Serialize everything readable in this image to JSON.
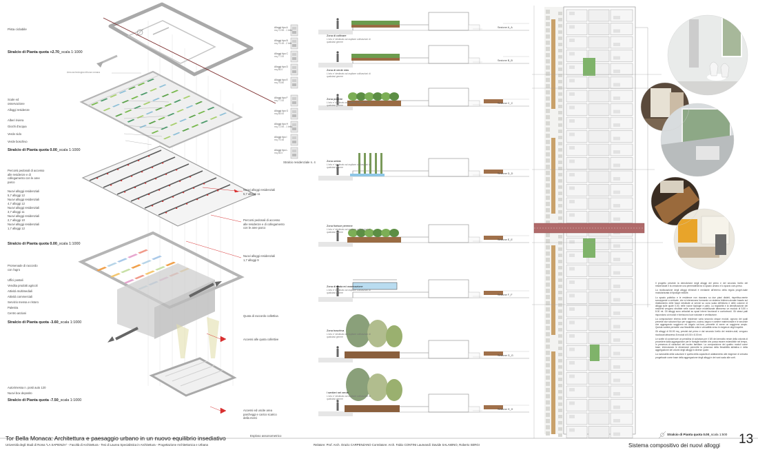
{
  "axonometric": {
    "level_plus270": {
      "label": "Stralcio di Pianta quota +2.70",
      "scale": "_scala 1:1000",
      "notes": [
        "Pista ciclabile",
        "Area archeologica tribuna romana"
      ]
    },
    "level_000_green": {
      "label": "Stralcio di Pianta quota 0.00",
      "scale": "_scala 1:1000",
      "legend": [
        "Scale ed osservazione",
        "Alloggi residenze",
        "Alberi riviera",
        "Giochi d'acqua",
        "Verde nido",
        "Verde boschivo"
      ]
    },
    "level_000_housing": {
      "label": "Stralcio di Pianta quota 0.00",
      "scale": "_scala 1:1000",
      "legend": [
        "Percorsi pedonali di accesso alle residenze e di collegamento con le aree parco",
        "Nuovi alloggi residenziali 5,7 alloggi 12",
        "Nuovi alloggi residenziali 4,7 alloggi 12",
        "Nuovi alloggi residenziali 3,7 alloggi 11",
        "Nuovi alloggi residenziali 2,7 alloggi 10",
        "Nuovi alloggi residenziali 1,7 alloggi 12"
      ],
      "notes": [
        "Nuovi alloggi residenziali 5,7 alloggi 11",
        "Percorsi pedonali di accesso alle residenze e di collegamento con le aree parco",
        "Nuovi alloggi residenziali 1,7 alloggi 9"
      ]
    },
    "level_minus360": {
      "label": "Stralcio di Pianta quota -3.60",
      "scale": "_scala 1:1000",
      "legend": [
        "Promenade di raccordo con l'agro",
        "Uffici postali",
        "Vendita prodotti agricoli",
        "Attività multimediali",
        "Attività commerciali",
        "Servizio mensa e ristoro",
        "Palestra",
        "Centro anziani"
      ],
      "notes": [
        "Quota di raccordo collettiva",
        "Accessi alle quota collettive"
      ]
    },
    "level_minus750": {
      "label": "Stralcio di Pianta quota -7.50",
      "scale": "_scala 1:1000",
      "legend": [
        "Autorimessa n. posti auto 120",
        "Nuovi box deposito"
      ],
      "notes": [
        "Accessi ed uscite area parcheggi e carico scarico della merci"
      ]
    },
    "caption": "Esploso assonometrico"
  },
  "typologies": {
    "items": [
      {
        "name": "Alloggi tipo A",
        "area": "mq 72.55 - 1 letto"
      },
      {
        "name": "Alloggi tipo B",
        "area": "mq 79.45 - 2 letti"
      },
      {
        "name": "Alloggi tipo C",
        "area": "mq 77.00"
      },
      {
        "name": "Alloggi tipo D",
        "area": "mq 85.0"
      },
      {
        "name": "Alloggi tipo E",
        "area": "mq 75.80"
      },
      {
        "name": "Alloggi tipo F",
        "area": "mq 77.00"
      },
      {
        "name": "Alloggi tipo G",
        "area": "mq 85.00"
      },
      {
        "name": "Alloggi tipo H",
        "area": "mq 72.55 - 1 letto"
      },
      {
        "name": "Alloggi tipo I",
        "area": "mq 79.45"
      },
      {
        "name": "Alloggi tipo L",
        "area": "mq 85.0"
      },
      {
        "name": "Alloggi tipo M",
        "area": "mq 75.0"
      }
    ],
    "caption": "Stralcio residenziale n. 4"
  },
  "sections": {
    "zones": [
      {
        "name": "Zona di coltivare",
        "desc": "L'orto e' destinato ad ospitare coltivazioni di qualsiasi genere",
        "section": "Sezione A_A"
      },
      {
        "name": "Zona di verde nido",
        "desc": "L'orto e' destinato ad ospitare coltivazioni di qualsiasi genere",
        "section": "Sezione B_B"
      },
      {
        "name": "Zona praterie",
        "desc": "L'orto e' destinato ad ospitare coltivazioni di qualsiasi genere",
        "section": "Sezione C_C"
      },
      {
        "name": "Zona umida",
        "desc": "L'orto e' destinato ad ospitare coltivazioni di qualsiasi genere",
        "section": "Sezione D_D"
      },
      {
        "name": "Zona fiorisce perenne",
        "desc": "L'orto e' destinato ad ospitare coltivazioni di qualsiasi genere",
        "section": "Sezione E_E"
      },
      {
        "name": "Zona di scala ed osservazione",
        "desc": "L'orto e' destinato ad ospitare coltivazioni di qualsiasi genere",
        "section": "Sezione F_F"
      },
      {
        "name": "Zona boschiva",
        "desc": "L'orto e' destinato ad ospitare coltivazioni di qualsiasi genere",
        "section": "Sezione G_G"
      },
      {
        "name": "I sentieri nel verde",
        "desc": "L'orto e' destinato ad ospitare coltivazioni di qualsiasi genere",
        "section": "Sezione H_H"
      }
    ]
  },
  "plan": {
    "caption": "Stralcio di Pianta quota 0.00",
    "scale": "_scala 1:500"
  },
  "description": {
    "paragraphs": [
      "Il progetto prevede la demolizione degli alloggi del primo e del secondo livello del residenziale e la creazione una permeabilità tra lo spazio urbano e lo spazio com-preso.",
      "La ricollocazione degli alloggi eliminati è mediante all'interno della regola proget-tuale modularizzata di tipologie edilizie.",
      "Lo spazio pubblico e le residenze non ricavano su due piani distinti, rispettiva-mente sovrapposte a verticale, che si intersecano formando un sistema tridimen-sionale basato sul ribaltamento delle fasce destinate ai servizi su cuna scala definitoria e delle colonne di alloggi sulle quote 0.00, nelle nuove tipologie e patio. La regolarità e la densificazione dei residenti vengono sfruttate nelle nuove fasce modellizzate attraverso un modulo di 5.50 x 8.00 mt. Gli alloggi sono articolati su spazi interni funzionali e confortevoli. Gli stessi patii rispondono ai moduli e forniscono luce naturale e ventilazione.",
      "La composizione interna delle residenze varia secondo cinque moduli, ognuno dei quali prevede due soluzioni tipo per soggiorno, cucina, bagno e camere matrimoniale e le seconde che aggregando soggiorno ed angolo cot-tura, permette di avere un soggiorno ampio. Questa varietà permette una flessibilità unità e versatilità verso le esigenze degli inquilini.",
      "Gli alloggi di 50-90 mq, previsti dal primo e dal secondo livello dei residen-ziali, vengono ricollocati attraverso 8 moduli di 5.50 x 8.00 mt.",
      "Le scelte di conservare un pensilina di cubatura per il 3/5 del demolito rende della volontà di procedere dalla aggregazione per le famiglie tramite che possa essere estendibile nel tempo, in presenza di variazioni del nucleo familiare. La composizione dei quattro moduli come base, intrecciando le dimensioni permette la presenza della flessibilità abitativa e della aggregazione dei volumi degli alloggi in diverse quote.",
      "La razionalità della soluzione è quella della capacità di adattamento alle esigenze di crescita progettuale come base della aggregazione degli alloggi e dei vani scala alle corti."
    ]
  },
  "footer": {
    "title": "Tor Bella Monaca: Architettura e paesaggio urbano in un nuovo equilibrio insediativo",
    "credits": "Università degli Studi di Roma \"LA SAPIENZA\" - Facoltà di Architettura - Tesi di Laurea Specialistica in Architettura - Progettazione Architettonica e Urbana",
    "people": "Relatore: Prof. Arch. Orazio CARPENZANO   Correlatore: Arch. Fabio CONTINI   Laureandi: Davide SALAMINO, Roberto SERGI",
    "system": "Sistema compositivo dei nuovi alloggi",
    "page": "13"
  },
  "colors": {
    "background": "#ffffff",
    "line": "#aaaaaa",
    "dark_red": "#7a2a2a",
    "accent_red": "#d83030",
    "green": "#6aa84f",
    "wood": "#b88a55",
    "grey": "#8a8a8a"
  }
}
